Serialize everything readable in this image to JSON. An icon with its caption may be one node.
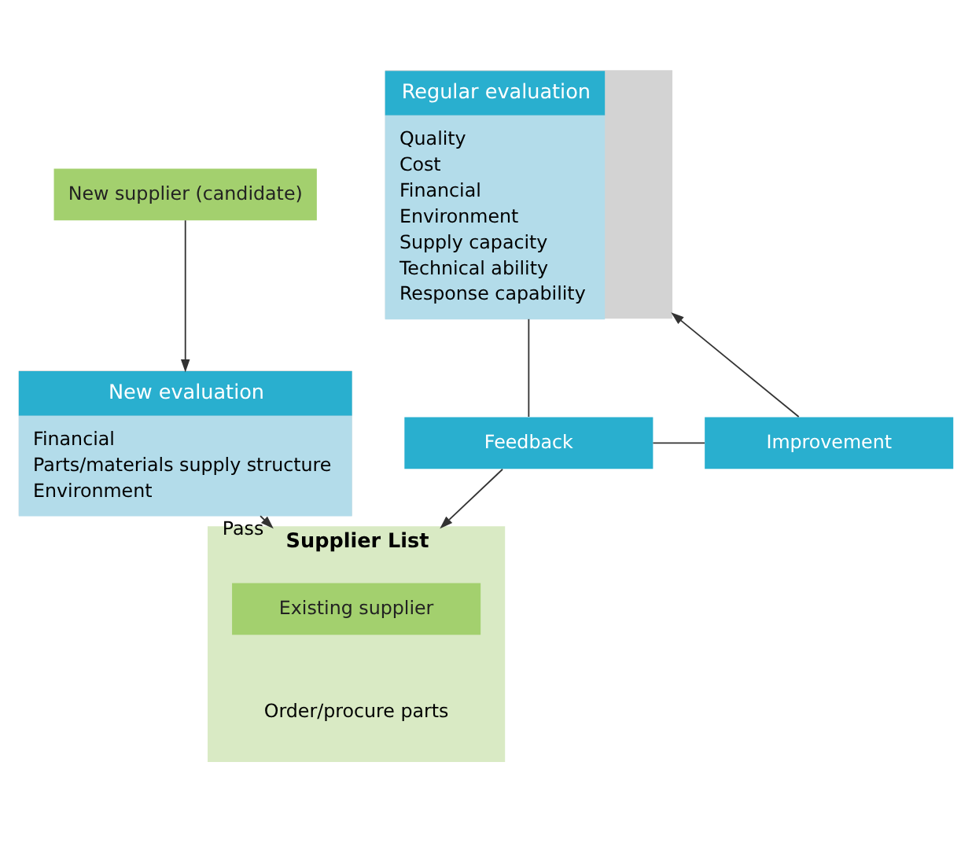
{
  "diagram": {
    "nodes": [
      {
        "text": [
          "New supplier (candidate)"
        ]
      },
      {
        "text": [
          "New evaluation",
          "Financial",
          "Parts/materials supply structure",
          "Environment"
        ]
      },
      {
        "text": [
          "Regular evaluation",
          "Quality",
          "Cost",
          "Financial",
          "Environment",
          "Supply capacity",
          "Technical ability",
          "Response capability"
        ]
      },
      {
        "text": [
          "Feedback"
        ]
      },
      {
        "text": [
          "Improvement"
        ]
      },
      {
        "text": [
          "Supplier List",
          "Order/procure parts"
        ]
      },
      {
        "text": [
          "Existing supplier"
        ],
        "in": 5
      }
    ],
    "edges": [
      {
        "from": 0,
        "to": 1,
        "arrow": "to"
      },
      {
        "from": 1,
        "to": 5,
        "arrow": "to",
        "label": "Pass"
      },
      {
        "from": 2,
        "to": 3,
        "arrow": "none"
      },
      {
        "from": 3,
        "to": 5,
        "arrow": "to"
      },
      {
        "from": 3,
        "to": 4,
        "arrow": "none"
      },
      {
        "from": 4,
        "to": 2,
        "arrow": "to"
      }
    ]
  }
}
